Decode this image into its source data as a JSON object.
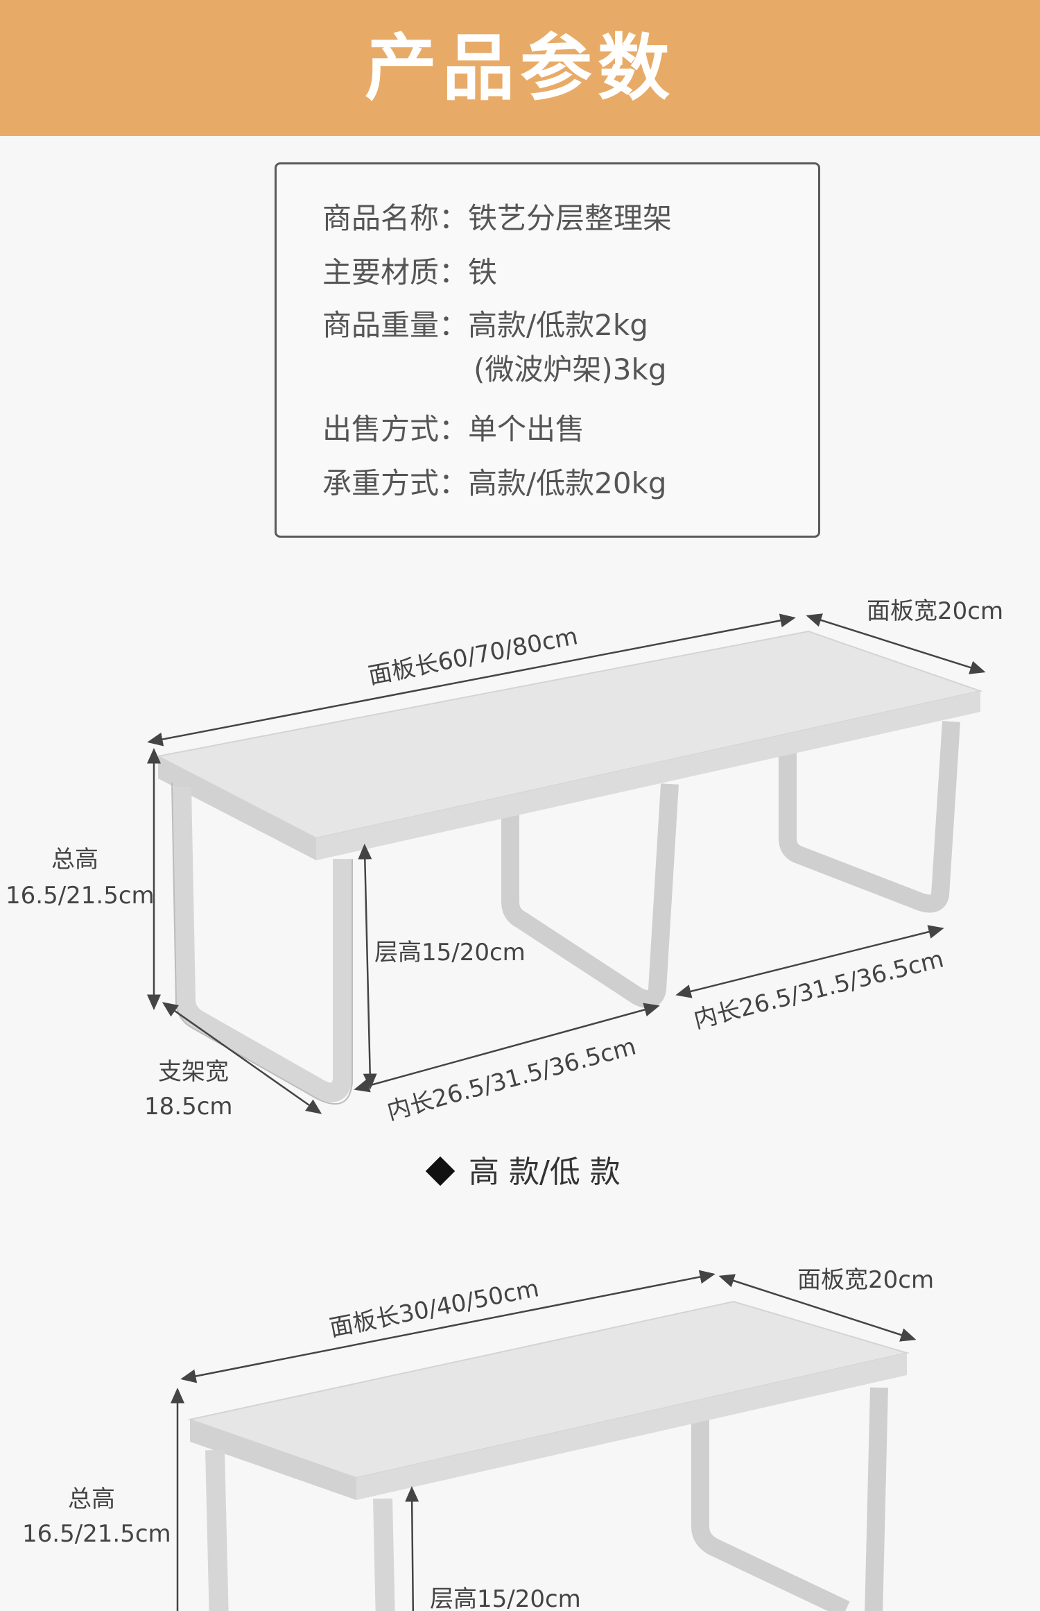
{
  "banner": {
    "title": "产品参数"
  },
  "specs": {
    "name": {
      "key": "商品名称：",
      "value": "铁艺分层整理架"
    },
    "material": {
      "key": "主要材质：",
      "value": "铁"
    },
    "weight": {
      "key": "商品重量：",
      "value": "高款/低款2kg",
      "value2": "(微波炉架)3kg"
    },
    "sale": {
      "key": "出售方式：",
      "value": "单个出售"
    },
    "load": {
      "key": "承重方式：",
      "value": "高款/低款20kg"
    }
  },
  "diagram1": {
    "panel_length": "面板长60/70/80cm",
    "panel_width": "面板宽20cm",
    "total_height_label": "总高",
    "total_height_value": "16.5/21.5cm",
    "layer_height": "层高15/20cm",
    "bracket_width_label": "支架宽",
    "bracket_width_value": "18.5cm",
    "inner_length_left": "内长26.5/31.5/36.5cm",
    "inner_length_right": "内长26.5/31.5/36.5cm"
  },
  "variant_label": "高 款/低 款",
  "diagram2": {
    "panel_length": "面板长30/40/50cm",
    "panel_width": "面板宽20cm",
    "total_height_label": "总高",
    "total_height_value": "16.5/21.5cm",
    "layer_height": "层高15/20cm"
  }
}
